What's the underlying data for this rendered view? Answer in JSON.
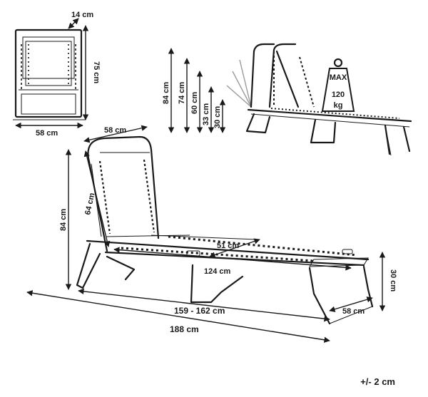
{
  "top_view": {
    "width_top": "14 cm",
    "height": "75 cm",
    "width_bottom": "58 cm"
  },
  "side_heights": {
    "h1": "84 cm",
    "h2": "74 cm",
    "h3": "60 cm",
    "h4": "33 cm",
    "h5": "30 cm"
  },
  "weight": {
    "max_label": "MAX",
    "value": "120",
    "unit": "kg"
  },
  "main_view": {
    "back_width": "58 cm",
    "back_length": "64 cm",
    "total_height": "84 cm",
    "seat_length": "51 cm",
    "leg_spacing": "124 cm",
    "foot_height": "30 cm",
    "foot_width": "58 cm",
    "length_range": "159 - 162 cm",
    "length_total": "188 cm"
  },
  "tolerance": "+/- 2 cm",
  "colors": {
    "ink": "#1a1a1a",
    "ghost": "#9a9a9a"
  }
}
